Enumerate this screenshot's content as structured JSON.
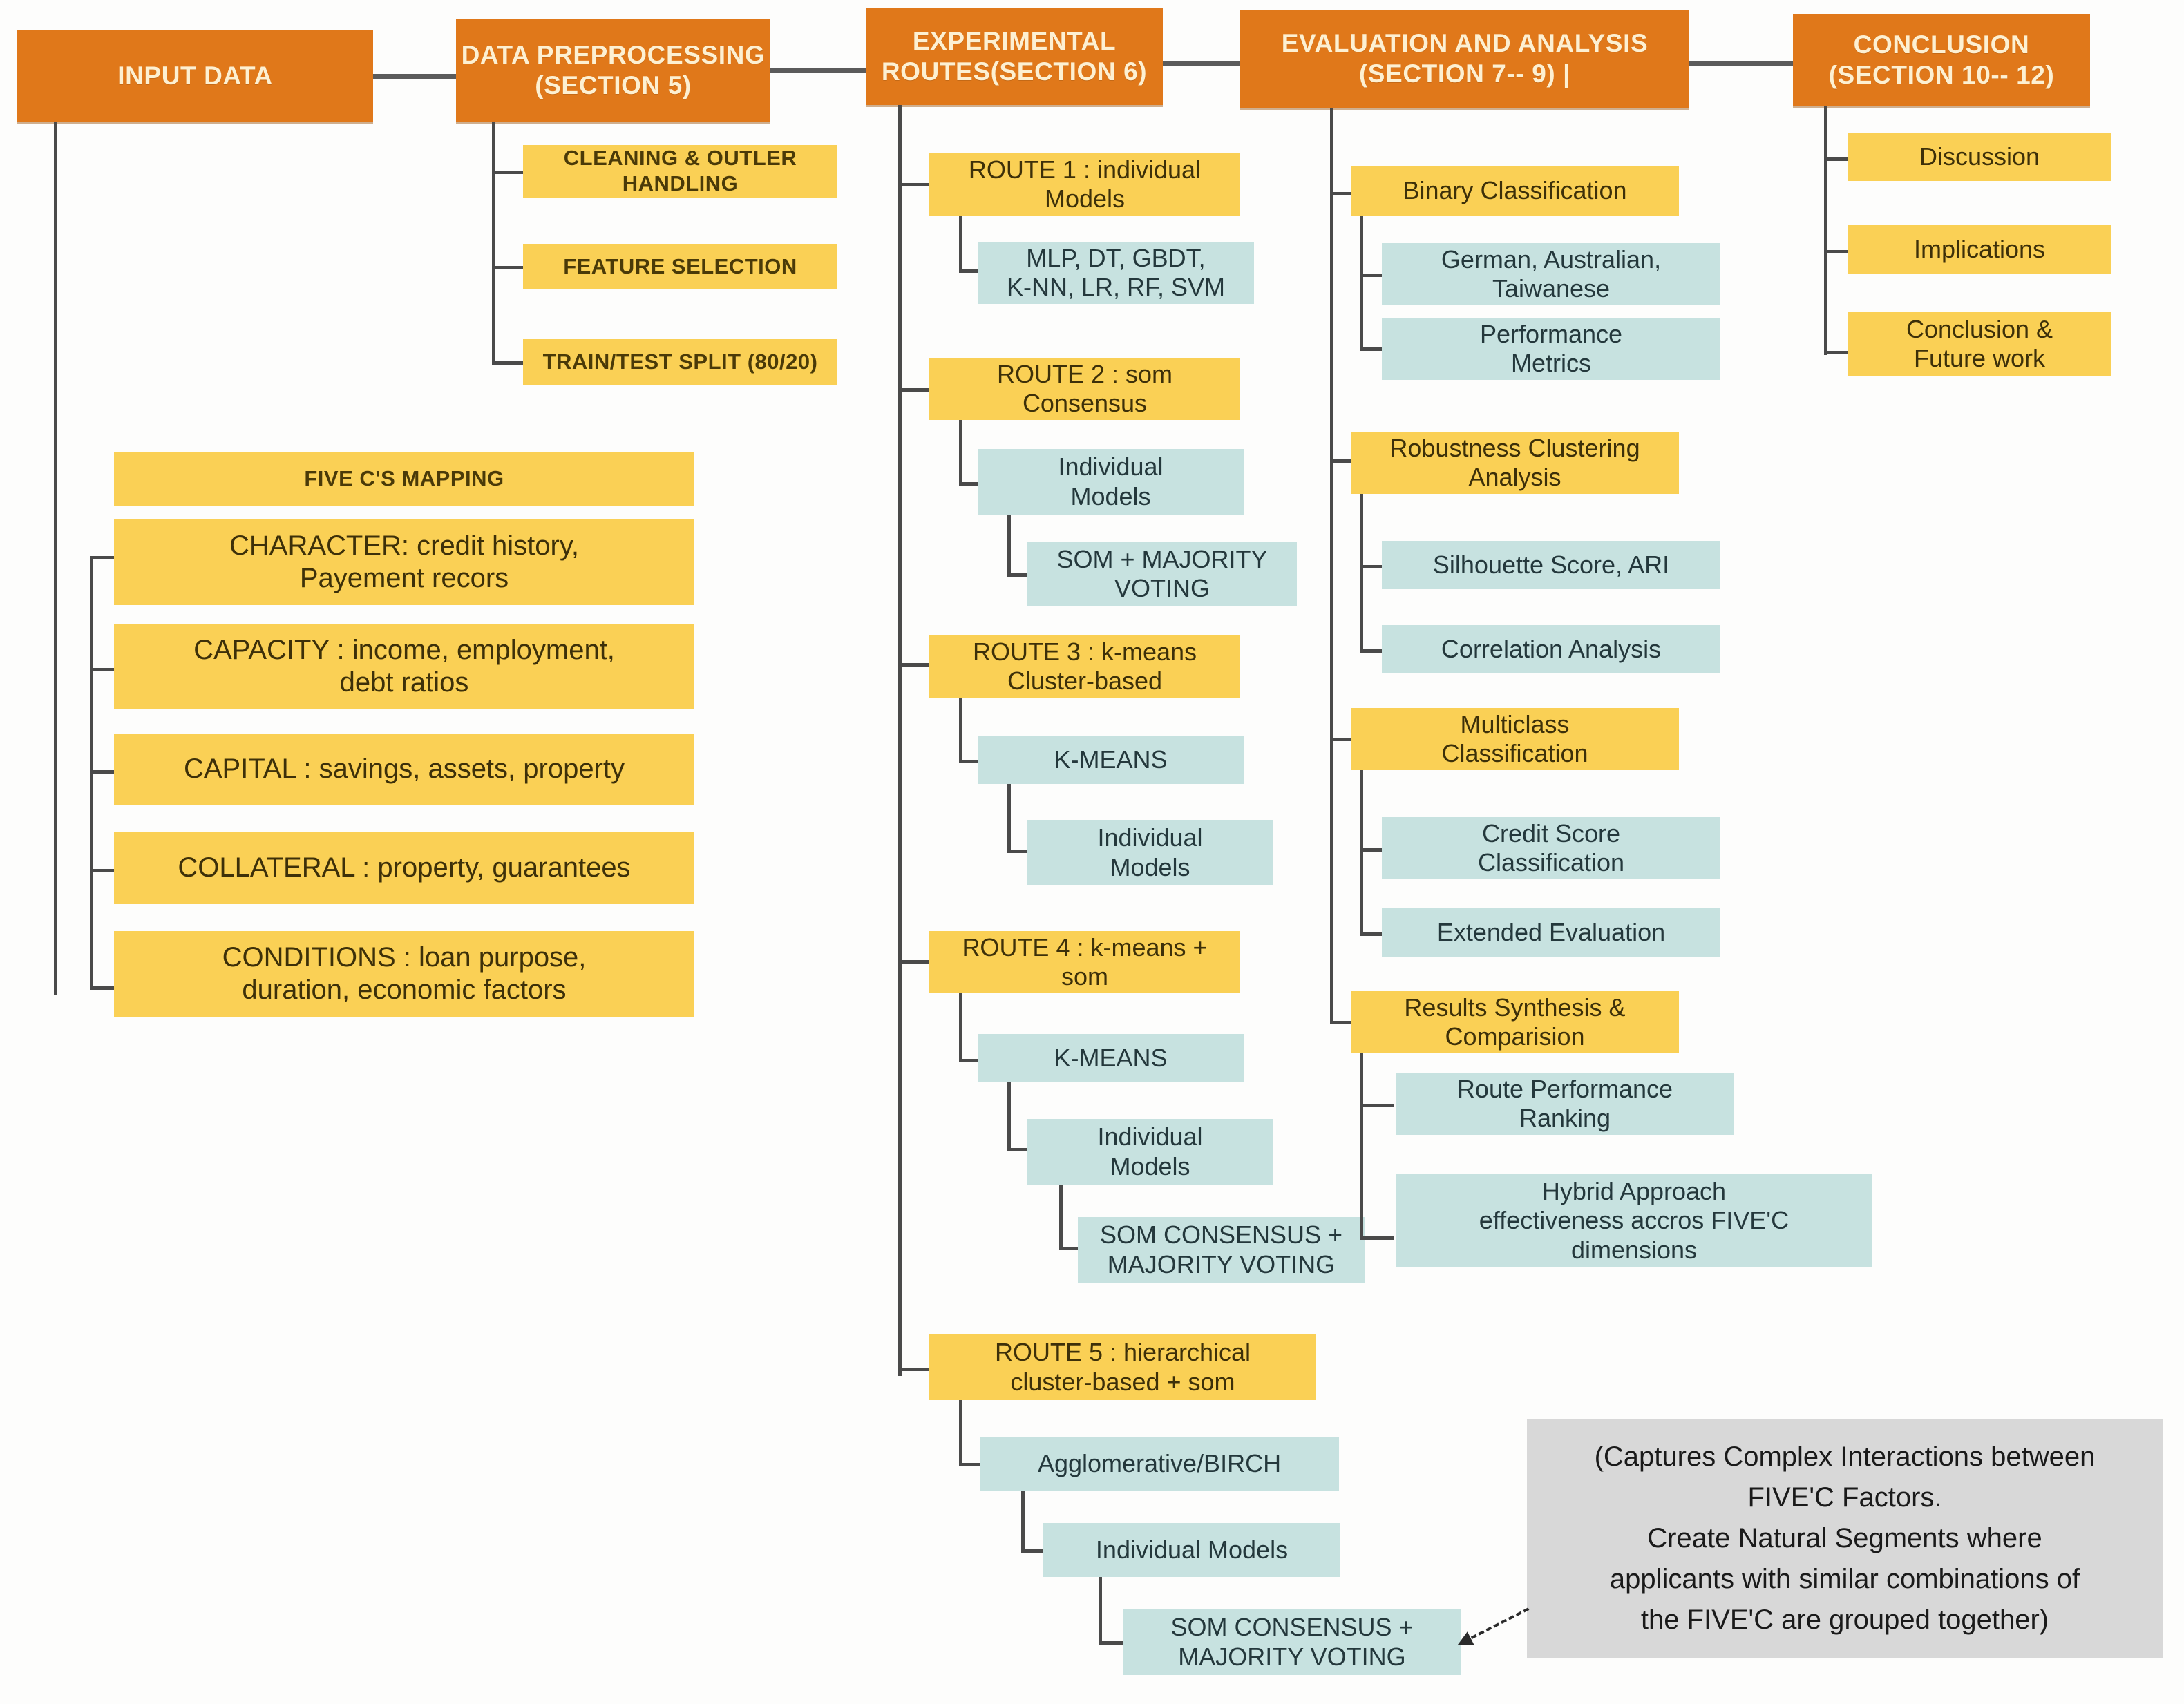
{
  "diagram": {
    "title_row": [
      {
        "id": "input-data",
        "label": "INPUT DATA"
      },
      {
        "id": "data-preproc",
        "label": "DATA PREPROCESSING\n(SECTION 5)"
      },
      {
        "id": "experimental",
        "label": "EXPERIMENTAL\nROUTES(SECTION 6)"
      },
      {
        "id": "evaluation",
        "label": "EVALUATION AND ANALYSIS\n(SECTION 7-- 9) |"
      },
      {
        "id": "conclusion",
        "label": "CONCLUSION\n(SECTION 10--  12)"
      }
    ],
    "preprocessing_steps": [
      "CLEANING & OUTLER\nHANDLING",
      "FEATURE SELECTION",
      "TRAIN/TEST SPLIT (80/20)"
    ],
    "five_cs": {
      "heading": "FIVE C'S MAPPING",
      "items": [
        "CHARACTER: credit history,\nPayement recors",
        "CAPACITY : income, employment,\ndebt ratios",
        "CAPITAL : savings, assets, property",
        "COLLATERAL : property, guarantees",
        "CONDITIONS : loan purpose,\nduration, economic factors"
      ]
    },
    "routes": [
      {
        "title": "ROUTE 1 : individual\nModels",
        "children": [
          "MLP, DT, GBDT,\nK-NN, LR, RF, SVM"
        ]
      },
      {
        "title": "ROUTE 2 : som\nConsensus",
        "children": [
          "Individual\nModels",
          "SOM + MAJORITY\nVOTING"
        ]
      },
      {
        "title": "ROUTE 3 : k-means\nCluster-based",
        "children": [
          "K-MEANS",
          "Individual\nModels"
        ]
      },
      {
        "title": "ROUTE 4 : k-means +\nsom",
        "children": [
          "K-MEANS",
          "Individual\nModels",
          "SOM CONSENSUS +\nMAJORITY VOTING"
        ]
      },
      {
        "title": "ROUTE 5 : hierarchical\ncluster-based + som",
        "children": [
          "Agglomerative/BIRCH",
          "Individual Models",
          "SOM CONSENSUS +\nMAJORITY VOTING"
        ]
      }
    ],
    "evaluation_groups": [
      {
        "title": "Binary Classification",
        "children": [
          "German, Australian,\nTaiwanese",
          "Performance\nMetrics"
        ]
      },
      {
        "title": "Robustness Clustering\nAnalysis",
        "children": [
          "Silhouette Score, ARI",
          "Correlation Analysis"
        ]
      },
      {
        "title": "Multiclass\nClassification",
        "children": [
          "Credit Score\nClassification",
          "Extended Evaluation"
        ]
      },
      {
        "title": "Results Synthesis &\nComparision",
        "children": [
          "Route Performance\nRanking",
          "Hybrid Approach\neffectiveness accros FIVE'C\ndimensions"
        ]
      }
    ],
    "conclusion_items": [
      "Discussion",
      "Implications",
      "Conclusion &\nFuture work"
    ],
    "note": "(Captures Complex Interactions between\nFIVE'C Factors.\nCreate Natural Segments where\napplicants with similar combinations of\nthe FIVE'C are grouped together)",
    "colors": {
      "stage_header": "#e0781a",
      "stage_header_text": "#fdf0d2",
      "yellow_node": "#fad055",
      "teal_node": "#c7e2e0",
      "note_bg": "#d8d8d8",
      "connector": "#4a4a4a"
    }
  }
}
